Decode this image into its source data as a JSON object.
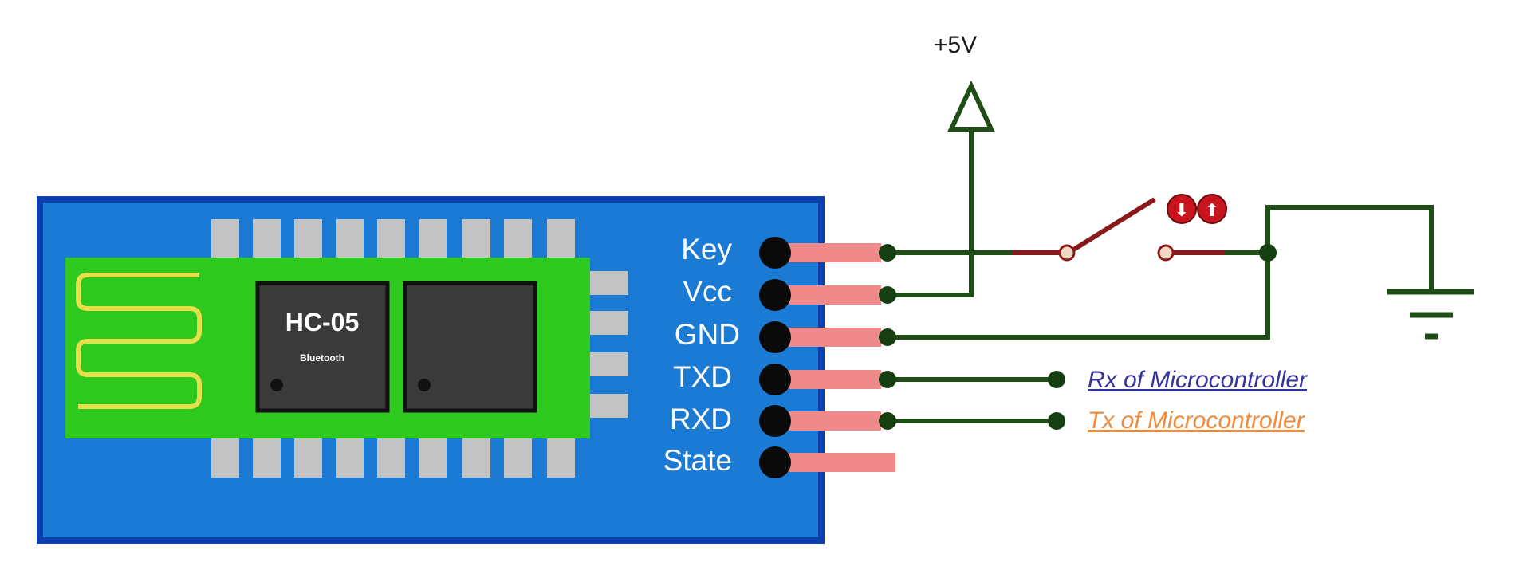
{
  "supply": {
    "label": "+5V"
  },
  "module": {
    "chip_name": "HC-05",
    "chip_subtitle": "Bluetooth",
    "board_color": "#1a7ad4",
    "pcb_color": "#2fc81e"
  },
  "pins": [
    {
      "label": "Key"
    },
    {
      "label": "Vcc"
    },
    {
      "label": "GND"
    },
    {
      "label": "TXD"
    },
    {
      "label": "RXD"
    },
    {
      "label": "State"
    }
  ],
  "connections": {
    "txd_target": "Rx of Microcontroller",
    "rxd_target": "Tx of Microcontroller",
    "txd_target_color": "#33339a",
    "rxd_target_color": "#f08a3c"
  },
  "switch_indicators": [
    "⬇",
    "⬆"
  ]
}
